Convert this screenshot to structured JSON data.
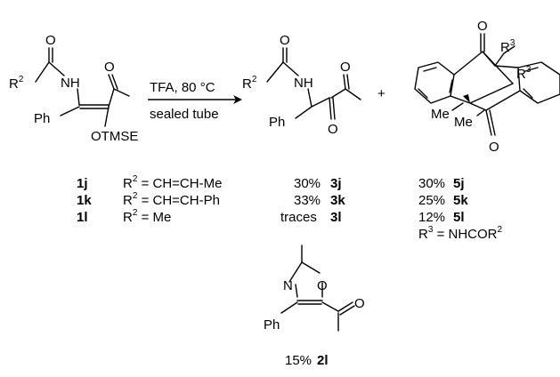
{
  "reaction": {
    "conditions_above": "TFA, 80 °C",
    "conditions_below": "sealed tube",
    "plus": "+"
  },
  "structures": {
    "reactant": {
      "r": "R",
      "r_sup": "2",
      "nh": "NH",
      "o_carbonyl": "O",
      "o_ketone": "O",
      "ph": "Ph",
      "otmse": "OTMSE"
    },
    "product3": {
      "r": "R",
      "r_sup": "2",
      "nh": "NH",
      "o_carbonyl": "O",
      "o_ketone1": "O",
      "o_ketone2": "O",
      "ph": "Ph"
    },
    "product5": {
      "o_top": "O",
      "o_bottom": "O",
      "r3a": "R",
      "r3b": "R",
      "r3_sup": "3",
      "me1": "Me",
      "me2": "Me"
    },
    "oxazole": {
      "n": "N",
      "o_ring": "O",
      "o_ketone": "O",
      "ph": "Ph"
    }
  },
  "table": {
    "rows": [
      {
        "cpd": "1j",
        "r": "R",
        "sup": "2",
        "sub": " = CH=CH-Me",
        "y3": "30%",
        "c3": "3j",
        "y5": "30%",
        "c5": "5j"
      },
      {
        "cpd": "1k",
        "r": "R",
        "sup": "2",
        "sub": " = CH=CH-Ph",
        "y3": "33%",
        "c3": "3k",
        "y5": "25%",
        "c5": "5k"
      },
      {
        "cpd": "1l",
        "r": "R",
        "sup": "2",
        "sub": " = Me",
        "y3": "traces",
        "c3": "3l",
        "y5": "12%",
        "c5": "5l"
      }
    ],
    "r3_def": {
      "r": "R",
      "sup": "3",
      "eq": " = NHCOR",
      "sup2": "2"
    }
  },
  "oxazole_yield": {
    "yield": "15%",
    "cpd": "2l"
  }
}
